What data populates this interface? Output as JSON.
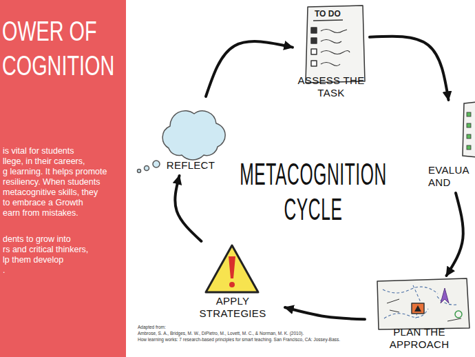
{
  "diagram": {
    "title": "METACOGNITION CYCLE",
    "nodes": [
      {
        "text": [
          "ASSESS THE TASK"
        ]
      },
      {
        "text": [
          "EVALUA AND"
        ]
      },
      {
        "text": [
          "PLAN THE APPROACH"
        ]
      },
      {
        "text": [
          "APPLY STRATEGIES"
        ]
      },
      {
        "text": [
          "REFLECT"
        ]
      }
    ],
    "edges": [
      {
        "from": 0,
        "to": 1,
        "arrow": "to"
      },
      {
        "from": 1,
        "to": 2,
        "arrow": "to"
      },
      {
        "from": 2,
        "to": 3,
        "arrow": "to"
      },
      {
        "from": 3,
        "to": 4,
        "arrow": "to"
      },
      {
        "from": 4,
        "to": 0,
        "arrow": "to"
      }
    ],
    "labels": [
      "OWER OF",
      "COGNITION",
      "is vital for students",
      "llege, in their careers,",
      "g learning. It helps promote",
      "resiliency. When students",
      "metacognitive skills, they",
      "to embrace a Growth",
      "earn from mistakes.",
      "dents to grow into",
      "rs and critical thinkers,",
      "lp them develop",
      ".",
      "TO DO",
      "Adapted from:",
      "Ambrose, S. A., Bridges, M. W., DiPietro, M., Lovett, M. C., & Norman, M. K. (2010).",
      "How learning works: 7 research-based principles for smart teaching. San Francisco, CA: Jossey-Bass."
    ]
  }
}
